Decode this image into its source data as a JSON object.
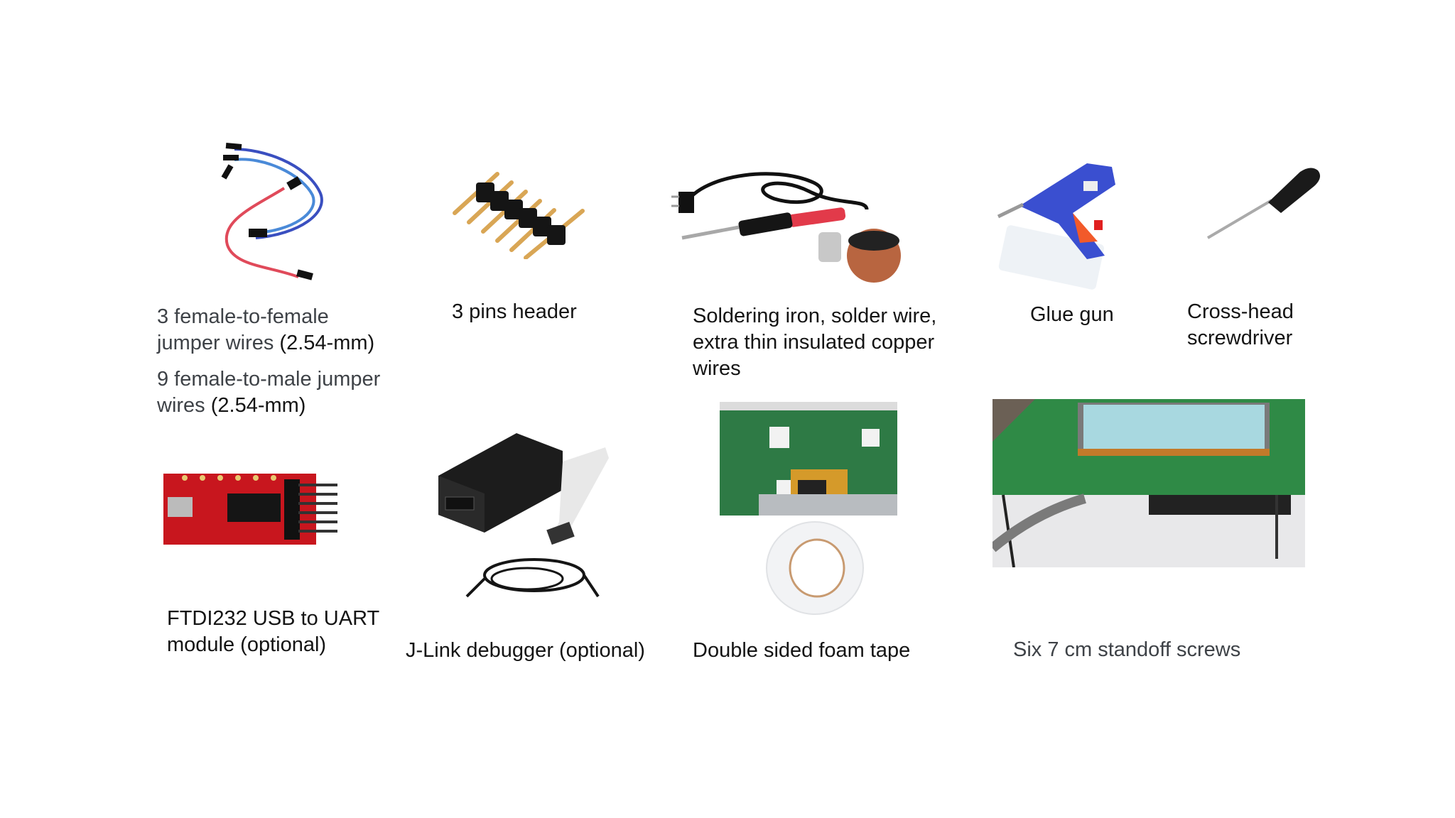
{
  "slide": {
    "items": [
      {
        "id": "jumper-wires",
        "icon": "jumper-wires-image",
        "lines": [
          {
            "a": "3 female-to-female",
            "b": ""
          },
          {
            "a": "jumper wires",
            "b": " (2.54-mm)"
          },
          {
            "a": "9 female-to-male jumper",
            "b": ""
          },
          {
            "a": "wires",
            "b": " (2.54-mm)"
          }
        ]
      },
      {
        "id": "pin-header",
        "icon": "pin-header-image",
        "lines": [
          "3 pins header"
        ]
      },
      {
        "id": "soldering",
        "icon": "soldering-iron-image",
        "lines": [
          "Soldering iron, solder wire,",
          "extra thin insulated copper",
          "wires"
        ]
      },
      {
        "id": "glue-gun",
        "icon": "glue-gun-image",
        "lines": [
          "Glue gun"
        ]
      },
      {
        "id": "screwdriver",
        "icon": "screwdriver-image",
        "lines": [
          "Cross-head",
          "screwdriver"
        ]
      },
      {
        "id": "ftdi",
        "icon": "ftdi-module-image",
        "lines": [
          "FTDI232 USB to UART",
          "module (optional)"
        ]
      },
      {
        "id": "jlink",
        "icon": "jlink-debugger-image",
        "lines": [
          "J-Link debugger (optional)"
        ]
      },
      {
        "id": "foam-tape",
        "icon": "foam-tape-image",
        "lines": [
          "Double sided foam tape"
        ]
      },
      {
        "id": "standoff",
        "icon": "standoff-screws-image",
        "lines": [
          "Six 7 cm standoff screws"
        ]
      }
    ]
  }
}
